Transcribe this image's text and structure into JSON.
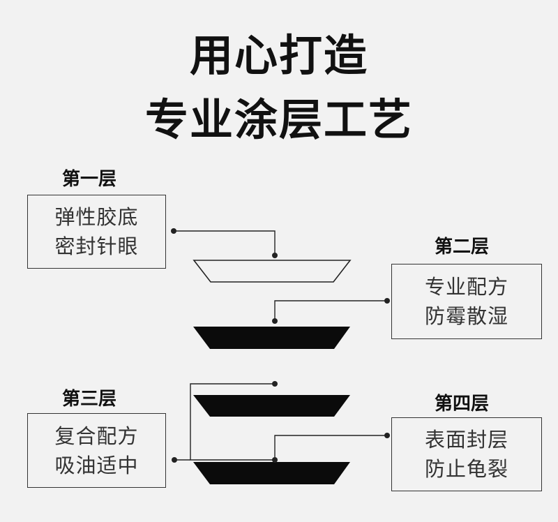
{
  "heading": {
    "line1": "用心打造",
    "line2": "专业涂层工艺"
  },
  "layers": [
    {
      "title": "第一层",
      "line1": "弹性胶底",
      "line2": "密封针眼"
    },
    {
      "title": "第二层",
      "line1": "专业配方",
      "line2": "防霉散湿"
    },
    {
      "title": "第三层",
      "line1": "复合配方",
      "line2": "吸油适中"
    },
    {
      "title": "第四层",
      "line1": "表面封层",
      "line2": "防止龟裂"
    }
  ]
}
